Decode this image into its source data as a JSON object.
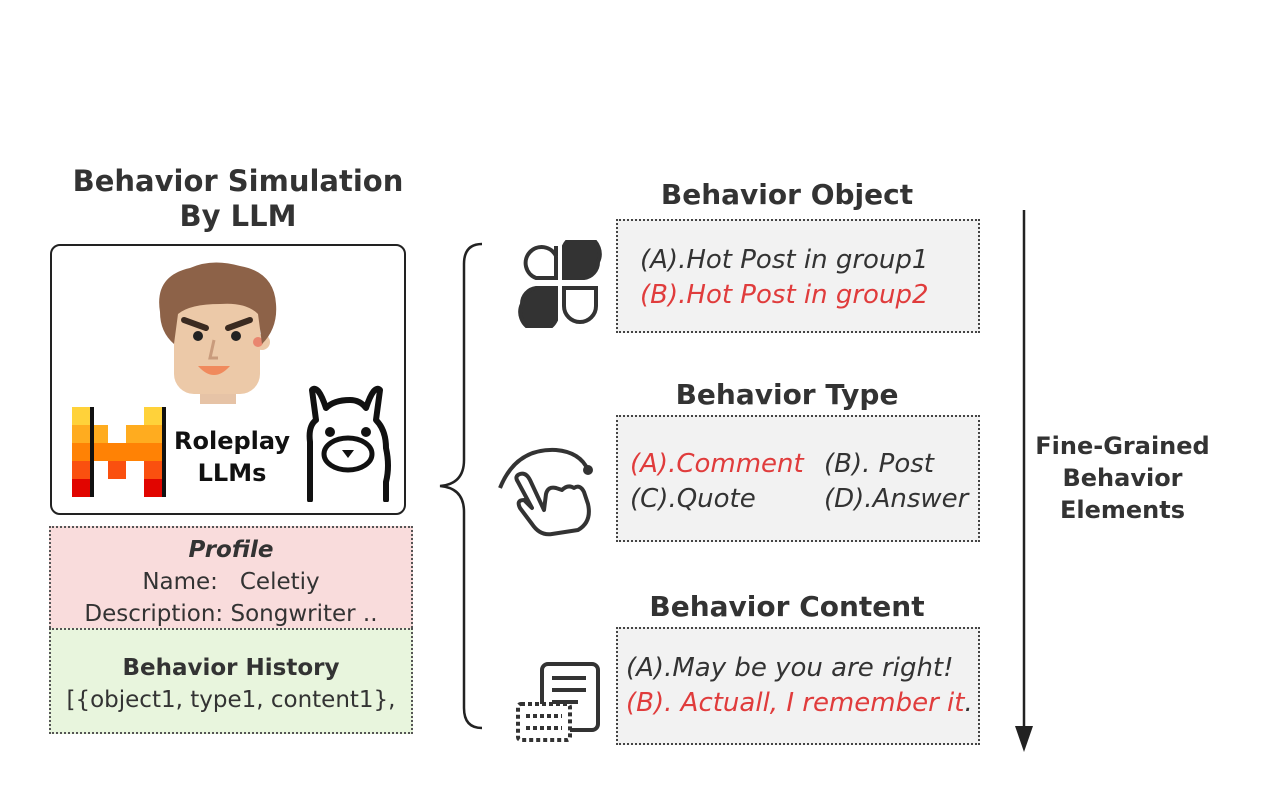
{
  "left": {
    "title_line1": "Behavior Simulation",
    "title_line2": "By LLM",
    "roleplay_line1": "Roleplay",
    "roleplay_line2": "LLMs",
    "profile": {
      "heading": "Profile",
      "name_label": "Name:",
      "name_value": "Celetiy",
      "description_label": "Description:",
      "description_value": "Songwriter .."
    },
    "history": {
      "heading": "Behavior History",
      "value": "[{object1, type1, content1},"
    }
  },
  "sections": {
    "object": {
      "title": "Behavior Object",
      "options": [
        "(A).Hot Post in group1",
        "(B).Hot Post in group2"
      ]
    },
    "type": {
      "title": "Behavior Type",
      "options": [
        "(A).Comment",
        "(B). Post",
        "(C).Quote",
        "(D).Answer"
      ]
    },
    "content": {
      "title": "Behavior Content",
      "options": [
        "(A).May be you are right!",
        "(B). Actuall, I remember it",
        "."
      ]
    }
  },
  "axis": {
    "label_line1": "Fine-Grained",
    "label_line2": "Behavior",
    "label_line3": "Elements"
  },
  "colors": {
    "highlight": "#e03c3c",
    "profile_bg": "#f9dcdc",
    "history_bg": "#e8f5dd",
    "option_bg": "#f2f2f2"
  },
  "icons": [
    "cartoon-man-avatar-icon",
    "mistral-logo-icon",
    "llama-logo-icon",
    "clover-grid-icon",
    "swipe-hand-icon",
    "document-stack-icon"
  ]
}
